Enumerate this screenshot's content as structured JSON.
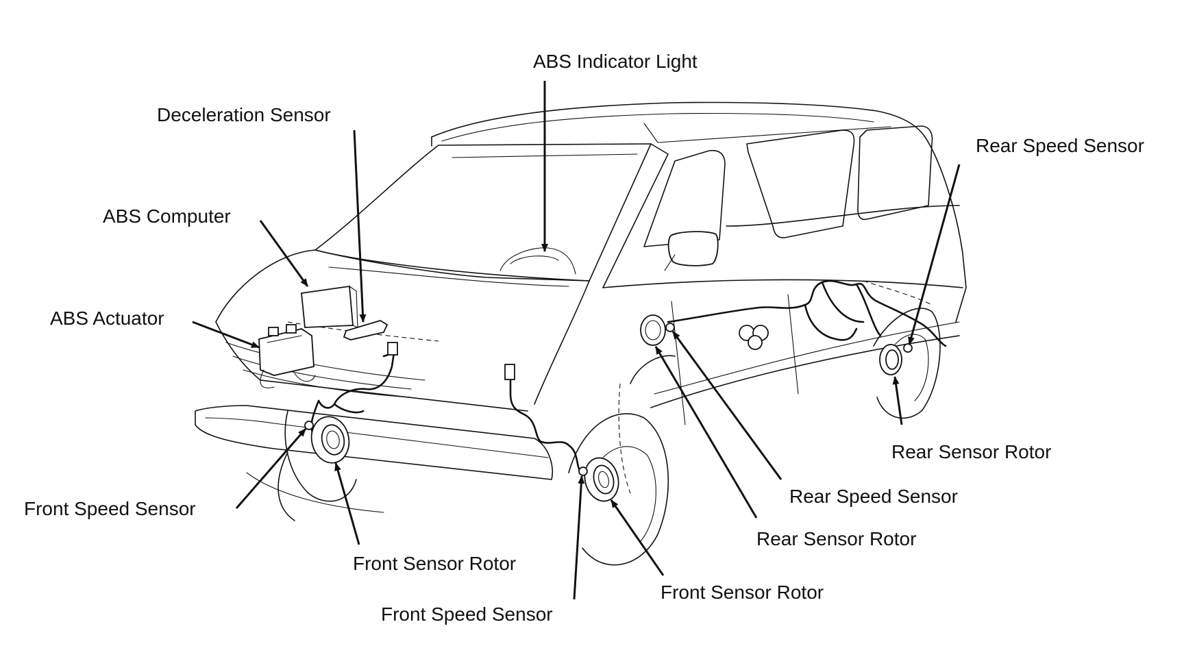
{
  "colors": {
    "ink": "#111111",
    "background": "#ffffff"
  },
  "labels": {
    "abs_indicator_light": "ABS Indicator Light",
    "deceleration_sensor": "Deceleration Sensor",
    "abs_computer": "ABS Computer",
    "abs_actuator": "ABS Actuator",
    "rear_speed_sensor_top": "Rear Speed Sensor",
    "rear_sensor_rotor_right": "Rear Sensor Rotor",
    "rear_speed_sensor_middle": "Rear Speed Sensor",
    "rear_sensor_rotor_middle": "Rear Sensor Rotor",
    "front_speed_sensor_left": "Front Speed Sensor",
    "front_sensor_rotor_left": "Front Sensor Rotor",
    "front_sensor_rotor_right": "Front Sensor Rotor",
    "front_speed_sensor_bottom": "Front Speed Sensor"
  }
}
